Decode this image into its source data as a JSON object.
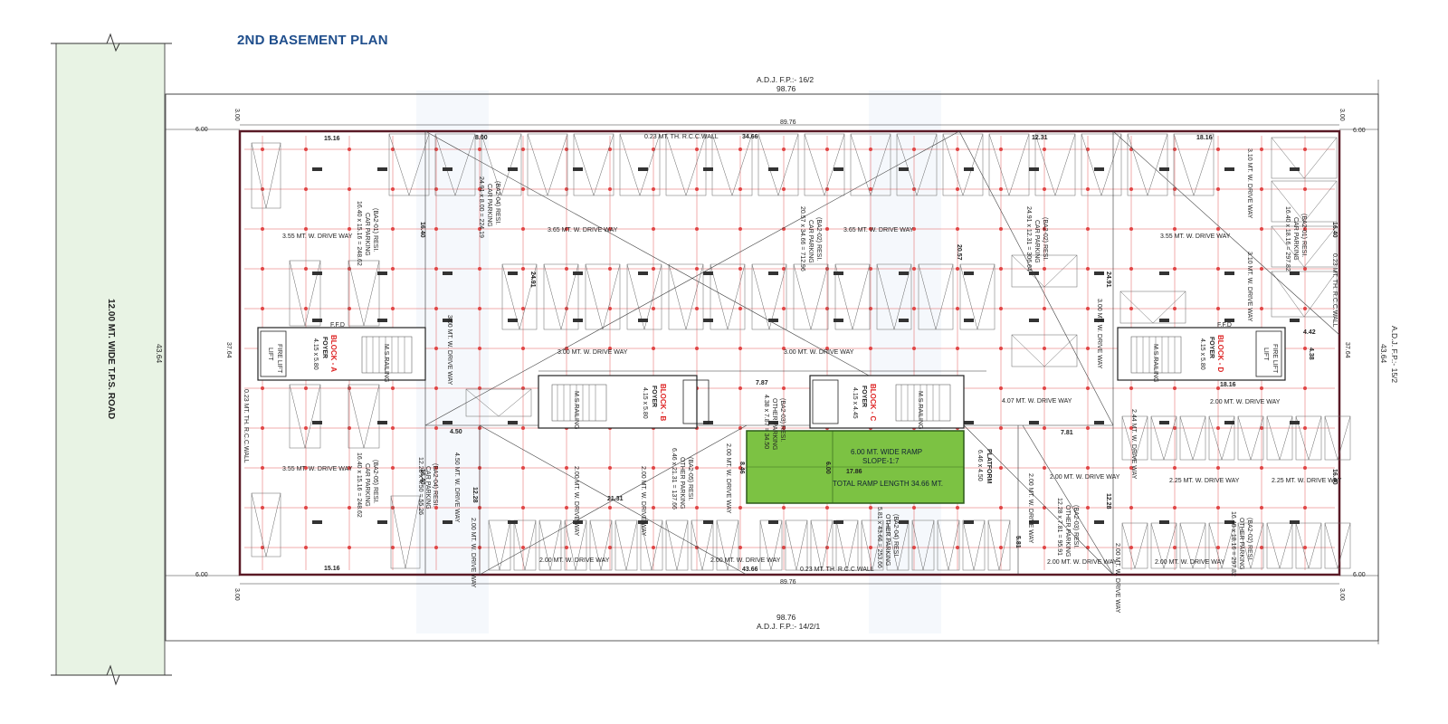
{
  "title": "2ND BASEMENT PLAN",
  "road": {
    "label": "12.00 MT. WIDE T.P.S. ROAD",
    "width_dim": "43.64"
  },
  "top": {
    "adj": "A.D.J. F.P.:- 16/2",
    "overall": "98.76",
    "inner": "89.76",
    "setback": "3.00",
    "side": "6.00"
  },
  "bottom": {
    "adj": "A.D.J. F.P.:- 14/2/1",
    "overall": "98.76",
    "inner": "89.76",
    "setback": "3.00",
    "side": "6.00"
  },
  "right": {
    "adj": "A.D.J. F.P.:- 15/2",
    "dim": "43.64",
    "setback_top": "3.00",
    "setback_bottom": "3.00"
  },
  "left": {
    "dim": "37.64"
  },
  "walls": {
    "top": "0.23 MT. TH. R.C.C.WALL",
    "bottom": "0.23 MT. TH. R.C.C.WALL",
    "left": "0.23 MT. TH. R.C.C.WALL",
    "right": "0.23 MT. TH. R.C.C.WALL"
  },
  "dims": {
    "d15_16_top": "15.16",
    "d8_00": "8.00",
    "d34_66": "34.66",
    "d12_31": "12.31",
    "d18_16": "18.16",
    "d16_40_a": "16.40",
    "d24_91_a": "24.91",
    "d20_57": "20.57",
    "d24_91_b": "24.91",
    "d16_40_b": "16.40",
    "d4_42": "4.42",
    "d4_38": "4.38",
    "d18_16_mid": "18.16",
    "d7_87": "7.87",
    "d4_50": "4.50",
    "d16_40_c": "16.40",
    "d12_28_a": "12.28",
    "d21_31": "21.31",
    "d8_46": "8.46",
    "d6_00": "6.00",
    "d17_86": "17.86",
    "d7_81": "7.81",
    "d12_28_b": "12.28",
    "d16_40_d": "16.40",
    "d5_81": "5.81",
    "d15_16_bot": "15.16",
    "d43_66": "43.66"
  },
  "drive_ways": {
    "dw1": "3.55 MT. W. DRIVE WAY",
    "dw2": "3.65 MT. W. DRIVE WAY",
    "dw3": "3.65 MT. W. DRIVE WAY",
    "dw4": "3.55 MT. W. DRIVE WAY",
    "dw5": "3.00 MT. W. DRIVE WAY",
    "dw6": "3.00 MT. W. DRIVE WAY",
    "dw7": "3.00 MT. W. DRIVE WAY",
    "dw8": "3.00 MT. W. DRIVE WAY",
    "dw9": "3.10 MT. W. DRIVE WAY",
    "dw10": "3.10 MT. W. DRIVE WAY",
    "dw11": "4.07 MT. W. DRIVE WAY",
    "dw12": "2.00 MT. W. DRIVE WAY",
    "dw13": "3.55 MT. W. DRIVE WAY",
    "dw14": "4.50 MT. W. DRIVE WAY",
    "dw15": "2.00 MT. W. DRIVE WAY",
    "dw16": "2.00 MT. W. DRIVE WAY",
    "dw17": "2.00 MT. W. DRIVE WAY",
    "dw18": "2.00 MT. W. DRIVE WAY",
    "dw19": "2.00 MT. W. DRIVE WAY",
    "dw20": "2.00 MT. W. DRIVE WAY",
    "dw21": "2.00 MT. W. DRIVE WAY",
    "dw22": "2.25 MT. W. DRIVE WAY",
    "dw23": "2.25 MT. W. DRIVE WAY",
    "dw24": "2.44 MT. W. DRIVE WAY",
    "dw25": "2.00 MT. W. DRIVE WAY",
    "dw26": "2.00 MT. W. DRIVE WAY",
    "dw27": "2.00 MT. W. DRIVE WAY",
    "dw28": "2.00 MT. W. DRIVE WAY"
  },
  "parking": {
    "p1a": "(BA2-01) RESI.",
    "p1b": "CAR PARKING",
    "p1c": "16.40 x 15.16 = 248.62",
    "p2a": "(BA2-04) RESI.",
    "p2b": "CAR PARKING",
    "p2c": "24.91 x 8.00 = 224.19",
    "p3a": "(BA2-02) RESI.",
    "p3b": "CAR PARKING",
    "p3c": "20.57 x 34.66 = 712.96",
    "p4a": "(BA2-02) RESI.",
    "p4b": "CAR PARKING",
    "p4c": "24.91 x 12.31 = 306.64",
    "p5a": "(BA2-01) RESI.",
    "p5b": "CAR PARKING",
    "p5c": "16.40 x 18.16 = 297.82",
    "p6a": "(BA2-05) RESI.",
    "p6b": "CAR PARKING",
    "p6c": "16.40 x 15.16 = 248.62",
    "p7a": "(BA2-04) RESI.",
    "p7b": "CAR PARKING",
    "p7c": "12.28 x 4.50 = 55.26",
    "p8a": "(BA2-05) RESI.",
    "p8b": "OTHER PARKING",
    "p8c": "6.46 x 21.31 = 137.66",
    "p9a": "(BA2-04) RESI.",
    "p9b": "OTHER PARKING",
    "p9c": "5.81 x 43.66 = 253.66",
    "p10a": "(BA2-03) RESI.",
    "p10b": "OTHER PARKING",
    "p10c": "12.28 x 7.81 = 95.91",
    "p11a": "(BA2-02) RESI.",
    "p11b": "OTHER PARKING",
    "p11c": "16.40 x 18.16 = 297.82",
    "p12a": "(BA2-03) RESI.",
    "p12b": "OTHER PARKING",
    "p12c": "4.38 x 7.87 = 34.50"
  },
  "blocks": {
    "a": "BLOCK - A",
    "b": "BLOCK - B",
    "c": "BLOCK - C",
    "d": "BLOCK - D",
    "foyer": "FOYER",
    "foyer_a_dim": "4.15 x 5.80",
    "foyer_b_dim": "4.15 x 5.80",
    "foyer_c_dim": "4.15 x 4.45",
    "foyer_d_dim": "4.15 x 5.80",
    "lift": "LIFT",
    "fire_lift": "FIRE LIFT",
    "ms_railing": "M.S.RAILING",
    "fire": "F.F.D"
  },
  "ramp": {
    "line1": "6.00 MT. WIDE RAMP",
    "line2": "SLOPE-1:7",
    "line3": "TOTAL RAMP LENGTH 34.66 MT.",
    "platform": "PLATFORM",
    "platform_dim": "6.46 x 4.50"
  },
  "colors": {
    "title": "#1f4e8c",
    "road": "#e8f3e4",
    "ramp": "#7cc243",
    "grid": "#e04545",
    "wall": "#5a1a26",
    "line": "#333333"
  }
}
